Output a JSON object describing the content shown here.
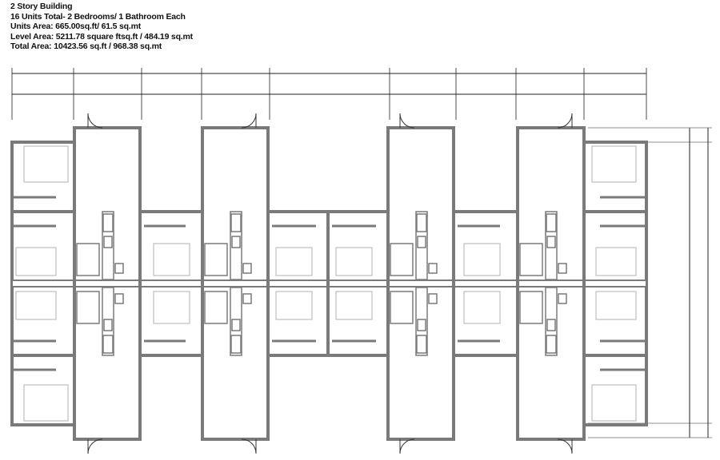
{
  "header": {
    "title": "2 Story Building",
    "units": "16 Units Total- 2 Bedrooms/ 1 Bathroom Each",
    "unit_area": "Units Area: 665.00sq.ft/ 61.5 sq.mt",
    "level_area": "Level Area: 5211.78 square ftsq.ft  / 484.19 sq.mt",
    "total_area": "Total Area: 10423.56 sq.ft  / 968.38 sq.mt"
  },
  "colors": {
    "wall": "#7a7a7a",
    "furniture": "#bdbdbd",
    "line": "#222222"
  }
}
